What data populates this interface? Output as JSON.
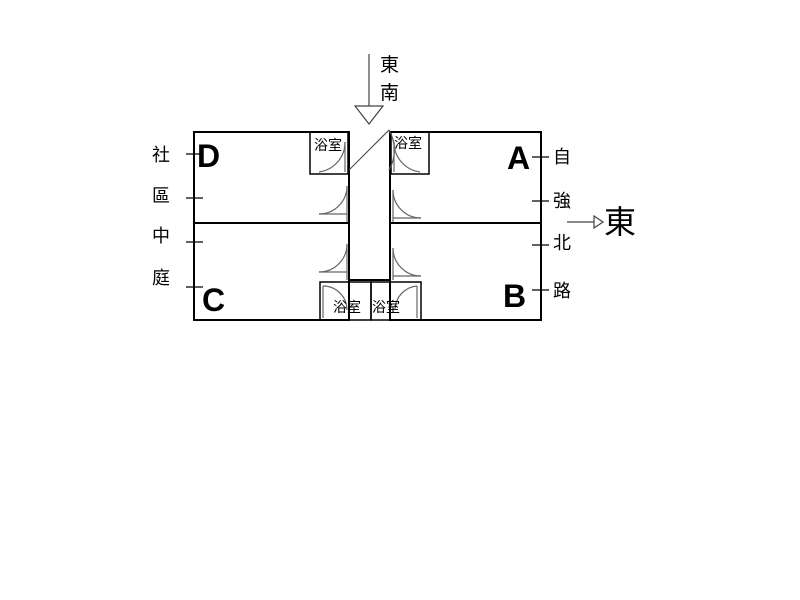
{
  "units": {
    "a": "A",
    "b": "B",
    "c": "C",
    "d": "D"
  },
  "bathroom_label": "浴室",
  "left_side_label": [
    "社",
    "區",
    "中",
    "庭"
  ],
  "right_side_label": [
    "自",
    "強",
    "北",
    "路"
  ],
  "top_arrow_label": [
    "東",
    "南"
  ],
  "right_arrow_label": "東"
}
